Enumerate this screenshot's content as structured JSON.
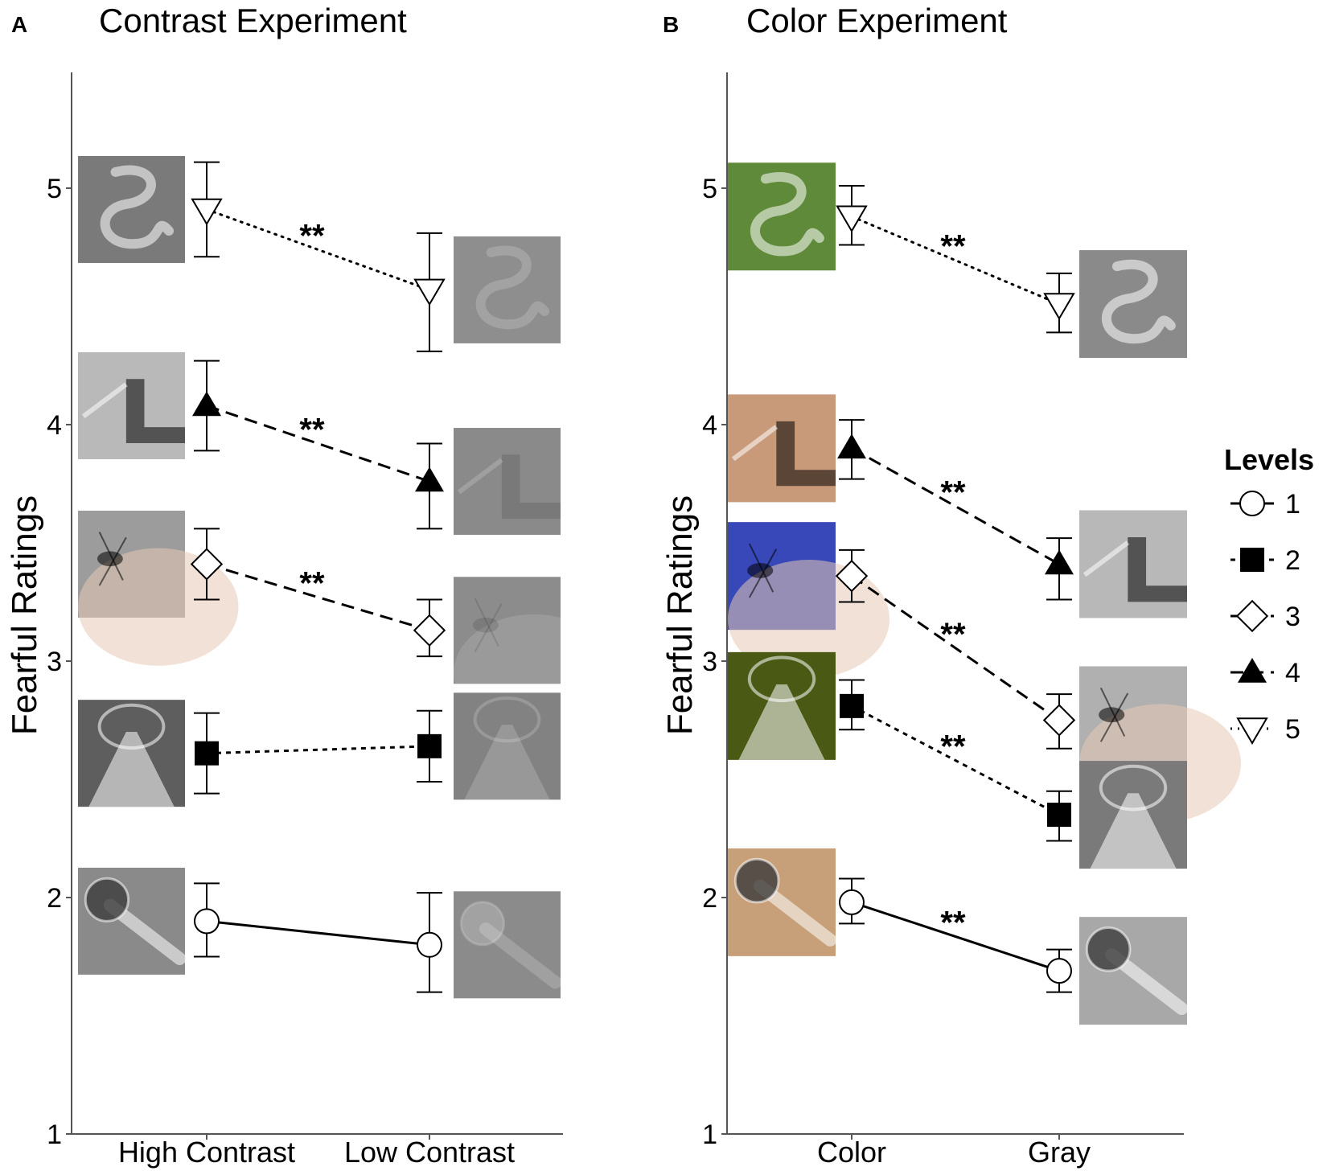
{
  "chart_data": [
    {
      "panel": "A",
      "type": "line",
      "title": "Contrast Experiment",
      "ylabel": "Fearful Ratings",
      "xlabel": "",
      "categories": [
        "High Contrast",
        "Low Contrast"
      ],
      "ylim": [
        1,
        5.5
      ],
      "yticks": [
        1,
        2,
        3,
        4,
        5
      ],
      "grid": false,
      "series": [
        {
          "name": "1",
          "marker": "circle-open",
          "linestyle": "solid",
          "values": [
            1.9,
            1.8
          ],
          "err_low": [
            1.75,
            1.6
          ],
          "err_high": [
            2.06,
            2.02
          ],
          "significance": ""
        },
        {
          "name": "2",
          "marker": "square-filled",
          "linestyle": "short-dash",
          "values": [
            2.61,
            2.64
          ],
          "err_low": [
            2.44,
            2.49
          ],
          "err_high": [
            2.78,
            2.79
          ],
          "significance": ""
        },
        {
          "name": "3",
          "marker": "diamond-open",
          "linestyle": "long-dash",
          "values": [
            3.41,
            3.13
          ],
          "err_low": [
            3.26,
            3.02
          ],
          "err_high": [
            3.56,
            3.26
          ],
          "significance": "**"
        },
        {
          "name": "4",
          "marker": "triangle-up-filled",
          "linestyle": "long-dash",
          "values": [
            4.08,
            3.76
          ],
          "err_low": [
            3.89,
            3.56
          ],
          "err_high": [
            4.27,
            3.92
          ],
          "significance": "**"
        },
        {
          "name": "5",
          "marker": "triangle-down-open",
          "linestyle": "dotted",
          "values": [
            4.91,
            4.57
          ],
          "err_low": [
            4.71,
            4.31
          ],
          "err_high": [
            5.11,
            4.81
          ],
          "significance": "**"
        }
      ]
    },
    {
      "panel": "B",
      "type": "line",
      "title": "Color Experiment",
      "ylabel": "Fearful Ratings",
      "xlabel": "",
      "categories": [
        "Color",
        "Gray"
      ],
      "ylim": [
        1,
        5.5
      ],
      "yticks": [
        1,
        2,
        3,
        4,
        5
      ],
      "grid": false,
      "series": [
        {
          "name": "1",
          "marker": "circle-open",
          "linestyle": "solid",
          "values": [
            1.98,
            1.69
          ],
          "err_low": [
            1.89,
            1.6
          ],
          "err_high": [
            2.08,
            1.78
          ],
          "significance": "**"
        },
        {
          "name": "2",
          "marker": "square-filled",
          "linestyle": "short-dash",
          "values": [
            2.81,
            2.35
          ],
          "err_low": [
            2.71,
            2.24
          ],
          "err_high": [
            2.92,
            2.45
          ],
          "significance": "**"
        },
        {
          "name": "3",
          "marker": "diamond-open",
          "linestyle": "long-dash",
          "values": [
            3.36,
            2.75
          ],
          "err_low": [
            3.25,
            2.63
          ],
          "err_high": [
            3.47,
            2.86
          ],
          "significance": "**"
        },
        {
          "name": "4",
          "marker": "triangle-up-filled",
          "linestyle": "long-dash",
          "values": [
            3.9,
            3.41
          ],
          "err_low": [
            3.77,
            3.26
          ],
          "err_high": [
            4.02,
            3.52
          ],
          "significance": "**"
        },
        {
          "name": "5",
          "marker": "triangle-down-open",
          "linestyle": "dotted",
          "values": [
            4.88,
            4.51
          ],
          "err_low": [
            4.76,
            4.39
          ],
          "err_high": [
            5.01,
            4.64
          ],
          "significance": "**"
        }
      ]
    }
  ],
  "legend": {
    "title": "Levels",
    "placement": "right",
    "entries": [
      {
        "label": "1",
        "marker": "circle-open",
        "linestyle": "solid"
      },
      {
        "label": "2",
        "marker": "square-filled",
        "linestyle": "short-dash"
      },
      {
        "label": "3",
        "marker": "diamond-open",
        "linestyle": "long-dash"
      },
      {
        "label": "4",
        "marker": "triangle-up-filled",
        "linestyle": "long-dash"
      },
      {
        "label": "5",
        "marker": "triangle-down-open",
        "linestyle": "dotted"
      }
    ]
  },
  "thumbnails": {
    "A": [
      {
        "level": "5",
        "subject": "snake",
        "high": {
          "tone": "#7a7a7a"
        },
        "low": {
          "tone": "#8e8e8e"
        }
      },
      {
        "level": "4",
        "subject": "arm with knife",
        "high": {
          "tone": "#b9b9b9"
        },
        "low": {
          "tone": "#8a8a8a"
        }
      },
      {
        "level": "3",
        "subject": "mosquito on skin",
        "high": {
          "tone": "#9c9c9c"
        },
        "low": {
          "tone": "#8c8c8c"
        }
      },
      {
        "level": "2",
        "subject": "roller coaster",
        "high": {
          "tone": "#5e5e5e"
        },
        "low": {
          "tone": "#828282"
        }
      },
      {
        "level": "1",
        "subject": "microphone",
        "high": {
          "tone": "#8a8a8a"
        },
        "low": {
          "tone": "#8b8b8b"
        }
      }
    ],
    "B": [
      {
        "level": "5",
        "subject": "snake",
        "color": {
          "tone": "#5f8a3a"
        },
        "gray": {
          "tone": "#8a8a8a"
        }
      },
      {
        "level": "4",
        "subject": "arm with knife",
        "color": {
          "tone": "#c89a7a"
        },
        "gray": {
          "tone": "#b8b8b8"
        }
      },
      {
        "level": "3",
        "subject": "mosquito on skin",
        "color": {
          "tone": "#3848b8"
        },
        "gray": {
          "tone": "#b0b0b0"
        }
      },
      {
        "level": "2",
        "subject": "roller coaster",
        "color": {
          "tone": "#4a5a14"
        },
        "gray": {
          "tone": "#7a7a7a"
        }
      },
      {
        "level": "1",
        "subject": "microphone",
        "color": {
          "tone": "#c7a07a"
        },
        "gray": {
          "tone": "#a8a8a8"
        }
      }
    ]
  }
}
